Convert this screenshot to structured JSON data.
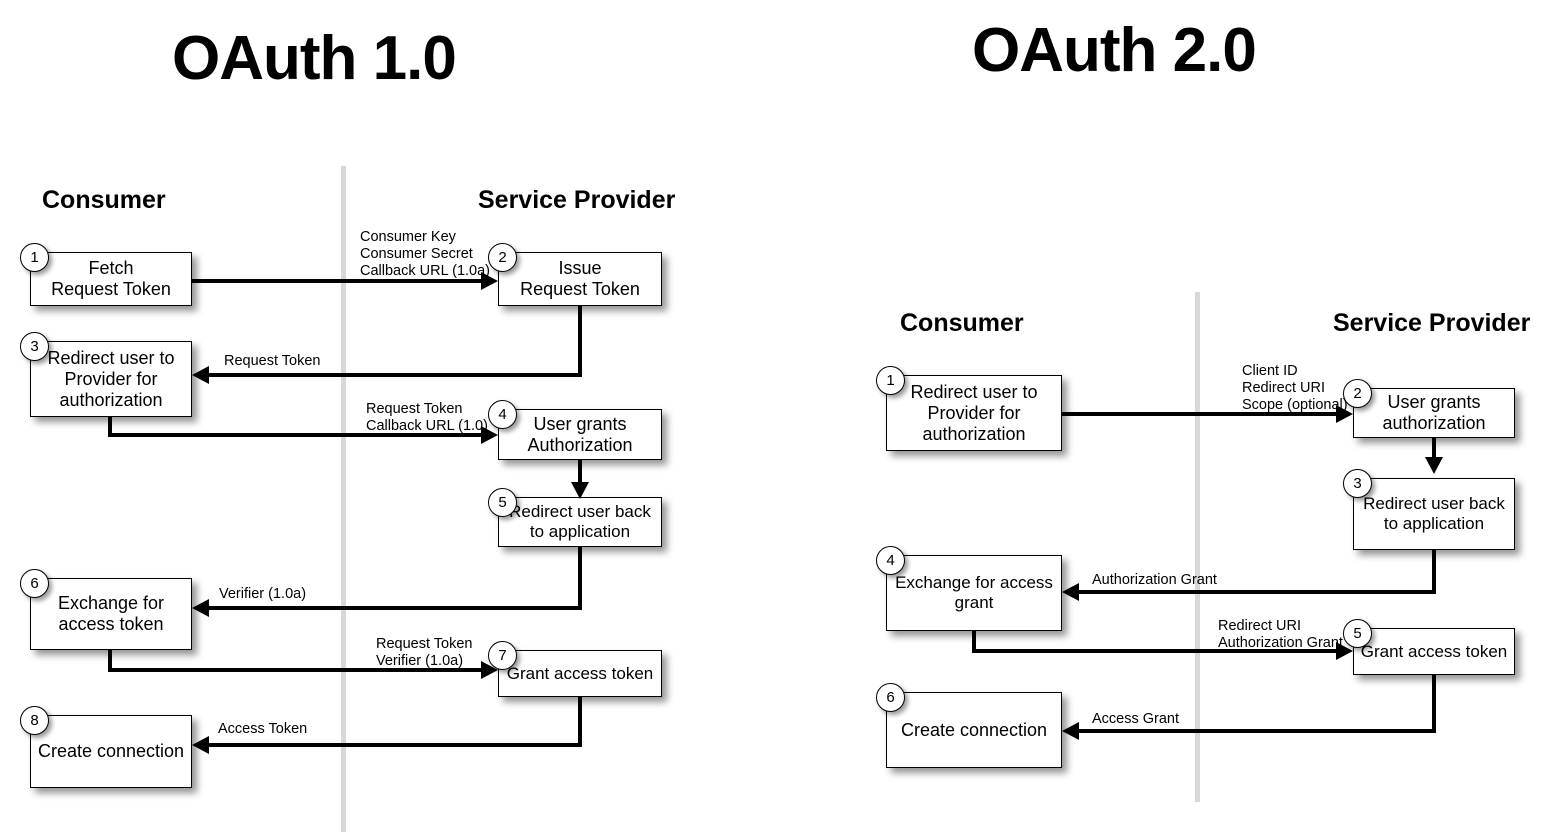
{
  "page": {
    "background": "#ffffff",
    "ink": "#000000",
    "lane_divider_color": "#d8d8d8"
  },
  "diagrams": [
    {
      "id": "oauth1",
      "title": "OAuth 1.0",
      "lanes": {
        "left": "Consumer",
        "right": "Service Provider"
      },
      "steps": [
        {
          "number": "1",
          "label": "Fetch\nRequest Token",
          "lane": "consumer"
        },
        {
          "number": "2",
          "label": "Issue\nRequest Token",
          "lane": "provider"
        },
        {
          "number": "3",
          "label": "Redirect user to\nProvider for\nauthorization",
          "lane": "consumer"
        },
        {
          "number": "4",
          "label": "User grants\nAuthorization",
          "lane": "provider"
        },
        {
          "number": "5",
          "label": "Redirect user back\nto application",
          "lane": "provider"
        },
        {
          "number": "6",
          "label": "Exchange for\naccess token",
          "lane": "consumer"
        },
        {
          "number": "7",
          "label": "Grant access token",
          "lane": "provider"
        },
        {
          "number": "8",
          "label": "Create connection",
          "lane": "consumer"
        }
      ],
      "edges": [
        {
          "from": "1",
          "to": "2",
          "label": "Consumer Key\nConsumer Secret\nCallback URL (1.0a)",
          "direction": "right"
        },
        {
          "from": "2",
          "to": "3",
          "label": "Request Token",
          "direction": "left"
        },
        {
          "from": "3",
          "to": "4",
          "label": "Request Token\nCallback URL (1.0)",
          "direction": "right"
        },
        {
          "from": "4",
          "to": "5",
          "label": "",
          "direction": "down"
        },
        {
          "from": "5",
          "to": "6",
          "label": "Verifier (1.0a)",
          "direction": "left"
        },
        {
          "from": "6",
          "to": "7",
          "label": "Request Token\nVerifier (1.0a)",
          "direction": "right"
        },
        {
          "from": "7",
          "to": "8",
          "label": "Access Token",
          "direction": "left"
        }
      ]
    },
    {
      "id": "oauth2",
      "title": "OAuth 2.0",
      "lanes": {
        "left": "Consumer",
        "right": "Service Provider"
      },
      "steps": [
        {
          "number": "1",
          "label": "Redirect user to\nProvider for\nauthorization",
          "lane": "consumer"
        },
        {
          "number": "2",
          "label": "User grants\nauthorization",
          "lane": "provider"
        },
        {
          "number": "3",
          "label": "Redirect user back\nto application",
          "lane": "provider"
        },
        {
          "number": "4",
          "label": "Exchange for access\ngrant",
          "lane": "consumer"
        },
        {
          "number": "5",
          "label": "Grant access token",
          "lane": "provider"
        },
        {
          "number": "6",
          "label": "Create connection",
          "lane": "consumer"
        }
      ],
      "edges": [
        {
          "from": "1",
          "to": "2",
          "label": "Client ID\nRedirect URI\nScope (optional)",
          "direction": "right"
        },
        {
          "from": "2",
          "to": "3",
          "label": "",
          "direction": "down"
        },
        {
          "from": "3",
          "to": "4",
          "label": "Authorization Grant",
          "direction": "left"
        },
        {
          "from": "4",
          "to": "5",
          "label": "Redirect URI\nAuthorization Grant",
          "direction": "right"
        },
        {
          "from": "5",
          "to": "6",
          "label": "Access Grant",
          "direction": "left"
        }
      ]
    }
  ]
}
